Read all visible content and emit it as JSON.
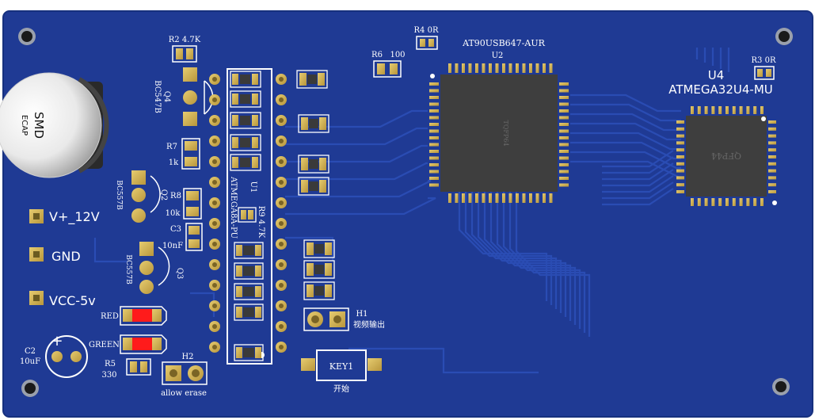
{
  "colors": {
    "board": "#1f3a94",
    "board_dark": "#152a73",
    "trace": "#2a4bb0",
    "pad": "#c8a94a",
    "pad_light": "#e3c766",
    "chip": "#3c3c3c",
    "chip_dark": "#2b2b2b",
    "silk": "#ffffff",
    "led_red": "#ff1b1b"
  },
  "labels": {
    "r2": "R2 4.7K",
    "r4": "R4 0R",
    "r6": "R6",
    "r6_value": "100",
    "r3": "R3  0R",
    "u2_part": "AT90USB647-AUR",
    "u2": "U2",
    "u2_package": "TQFP64",
    "u4": "U4",
    "u4_part": "ATMEGA32U4-MU",
    "u4_package": "QFP44",
    "q4": "Q4",
    "q4_part": "BC547B",
    "q2": "Q2",
    "q2_part": "BC557B",
    "q3": "Q3",
    "q3_part": "BC557B",
    "r7": "R7",
    "r7_value": "1k",
    "r8": "R8",
    "r8_value": "10k",
    "c3": "C3",
    "c3_value": "10nF",
    "u1": "U1",
    "u1_part": "ATMEGA8A-PU",
    "r9": "R9 4.7K",
    "cap_line1": "SMD",
    "cap_line2": "ECAP",
    "vplus": "V+_12V",
    "gnd": "GND",
    "vcc": "VCC-5v",
    "red": "RED",
    "green": "GREEN",
    "c2": "C2",
    "c2_value": "10uF",
    "r5": "R5",
    "r5_value": "330",
    "h2": "H2",
    "h2_desc": "allow erase",
    "h1": "H1",
    "h1_desc": "视频输出",
    "key1": "KEY1",
    "key1_desc": "开始"
  }
}
